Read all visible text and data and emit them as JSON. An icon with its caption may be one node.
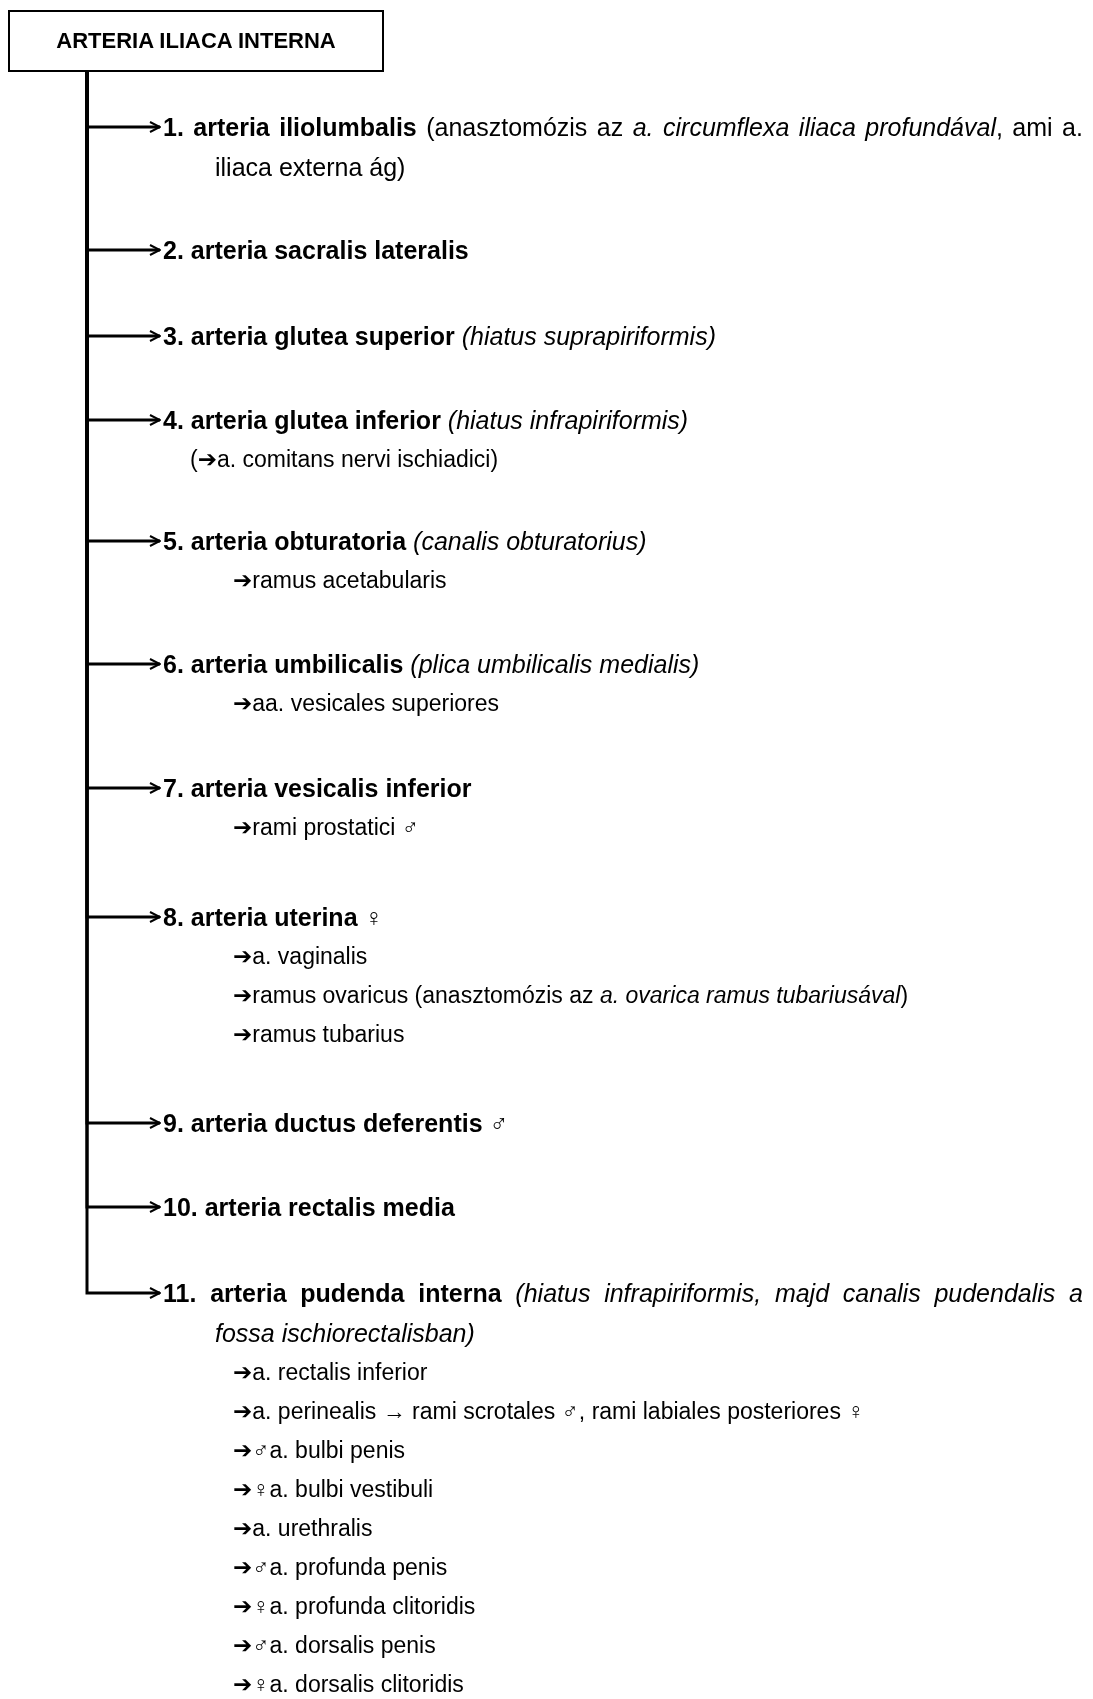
{
  "diagram": {
    "nodes": [
      {
        "text": [
          "ARTERIA ILIACA INTERNA"
        ]
      },
      {
        "text": [
          "**1. arteria iliolumbalis** (anasztomózis az *a. circumflexa iliaca profundával*, ami a. iliaca externa ág)"
        ]
      },
      {
        "text": [
          "2. arteria sacralis lateralis"
        ]
      },
      {
        "text": [
          "**3. arteria glutea superior** *(hiatus suprapiriformis)*"
        ]
      },
      {
        "text": [
          "**4. arteria glutea inferior** *(hiatus infrapiriformis)*",
          "(➔a. comitans nervi ischiadici)"
        ]
      },
      {
        "text": [
          "**5. arteria obturatoria** *(canalis obturatorius)*",
          "➔ramus acetabularis"
        ]
      },
      {
        "text": [
          "**6. arteria umbilicalis** *(plica umbilicalis medialis)*",
          "➔aa. vesicales superiores"
        ]
      },
      {
        "text": [
          "7. arteria vesicalis inferior",
          "➔rami prostatici ♂"
        ]
      },
      {
        "text": [
          "**8. arteria uterina** ♀",
          "➔a. vaginalis",
          "➔ramus ovaricus (anasztomózis az *a. ovarica ramus tubariusával*)",
          "➔ramus tubarius"
        ]
      },
      {
        "text": [
          "**9. arteria ductus deferentis** ♂"
        ]
      },
      {
        "text": [
          "10. arteria rectalis media"
        ]
      },
      {
        "text": [
          "**11. arteria pudenda interna** *(hiatus infrapiriformis, majd canalis pudendalis a fossa ischiorectalisban)*",
          "➔a. rectalis inferior",
          "➔a. perinealis → rami scrotales ♂, rami labiales posteriores ♀",
          "➔♂a. bulbi penis",
          "➔♀a. bulbi vestibuli",
          "➔a. urethralis",
          "➔♂a. profunda penis",
          "➔♀a. profunda clitoridis",
          "➔♂a. dorsalis penis",
          "➔♀a. dorsalis clitoridis"
        ]
      }
    ],
    "edges": [
      {
        "from": 0,
        "to": 1,
        "arrow": "to"
      },
      {
        "from": 0,
        "to": 2,
        "arrow": "to"
      },
      {
        "from": 0,
        "to": 3,
        "arrow": "to"
      },
      {
        "from": 0,
        "to": 4,
        "arrow": "to"
      },
      {
        "from": 0,
        "to": 5,
        "arrow": "to"
      },
      {
        "from": 0,
        "to": 6,
        "arrow": "to"
      },
      {
        "from": 0,
        "to": 7,
        "arrow": "to"
      },
      {
        "from": 0,
        "to": 8,
        "arrow": "to"
      },
      {
        "from": 0,
        "to": 9,
        "arrow": "to"
      },
      {
        "from": 0,
        "to": 10,
        "arrow": "to"
      },
      {
        "from": 0,
        "to": 11,
        "arrow": "to"
      }
    ]
  }
}
